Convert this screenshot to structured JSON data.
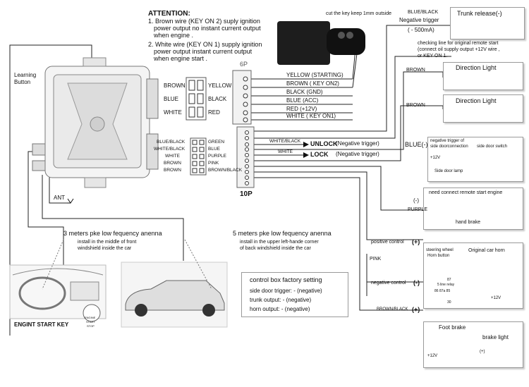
{
  "attention": {
    "title": "ATTENTION:",
    "note1": [
      "1. Brown wire (KEY ON 2) suply ignition",
      "power output no instant current output",
      "when engine ."
    ],
    "note2": [
      "2. White wire (KEY ON 1) supply ignition",
      "power output instant current output",
      "when engine start ."
    ]
  },
  "key_note": "cut the key keep 1mm outside",
  "learning_button": [
    "Learning",
    "Button"
  ],
  "connector_6p": {
    "label": "6P",
    "left": [
      "BROWN",
      "BLUE",
      "WHITE"
    ],
    "right": [
      "YELLOW",
      "BLACK",
      "RED"
    ],
    "wires": [
      "YELLOW (STARTING)",
      "BROWN ( KEY ON2)",
      "BLACK (GND)",
      "BLUE (ACC)",
      "RED (+12V)",
      "WHITE ( KEY ON1)"
    ]
  },
  "connector_10p": {
    "label": "10P",
    "left": [
      "BLUE/BLACK",
      "WHITE/BLACK",
      "WHITE",
      "BROWN",
      "BROWN"
    ],
    "right": [
      "GREEN",
      "BLUE",
      "PURPLE",
      "PINK",
      "BROWN/BLACK"
    ],
    "unlock_wire": "WHITE/BLACK",
    "unlock": "UNLOCK",
    "unlock_note": "(Negative trigger)",
    "lock_wire": "WHITE",
    "lock": "LOCK",
    "lock_note": "(Negative trigger)"
  },
  "ant": "ANT",
  "trunk": {
    "wire": "BLUE/BLACK",
    "note1": "Negative trigger",
    "note2": "( - 500mA)",
    "title": "Trunk release(-)"
  },
  "remote_note": [
    "checking line for original remote start",
    "(connect oil supply output +12V wire ,",
    "or KEY ON 1."
  ],
  "direction1": {
    "wire": "BROWN",
    "title": "Direction Light"
  },
  "direction2": {
    "wire": "BROWN",
    "title": "Direction Light"
  },
  "door": {
    "wire": "BLUE(-)",
    "title1": "negative trigger of",
    "title2": "side doorconnection",
    "title3": "side door switch",
    "v12": "+12V",
    "lamp": "Side door lamp"
  },
  "engine": {
    "minus": "(-)",
    "wire": "PURPLE",
    "title": "need connect remote start engine",
    "brake": "hand brake"
  },
  "horn": {
    "positive": "positive control",
    "positive_sign": "(+)",
    "pink": "PINK",
    "negative": "negative control",
    "negative_sign": "(-)",
    "wheel1": "steering wheel",
    "wheel2": "Horn button",
    "car_horn": "Original car horn",
    "relay": "5 line relay",
    "pins_top": "87",
    "pins_mid": "86  87a  85",
    "pin30": "30",
    "v12": "+12V"
  },
  "brakelight": {
    "wire": "BROWN/BLACK",
    "sign": "(+)",
    "foot": "Foot brake",
    "title": "brake light",
    "v12": "+12V",
    "plus": "(+)"
  },
  "antenna3": {
    "title": "3 meters pke low fequency anenna",
    "line1": "install in the  middle of front",
    "line2": "windshield inside the car"
  },
  "antenna5": {
    "title": "5 meters pke low fequency anenna",
    "line1": "install in the  upper left-hande corner",
    "line2": "of back windshield inside the car"
  },
  "start_key": {
    "label": "ENGINT START KEY",
    "button": [
      "ENGINE",
      "START",
      "STOP"
    ]
  },
  "factory": {
    "title": "control box factory setting",
    "line1": "side door trigger: - (negative)",
    "line2": "trunk output: - (negative)",
    "line3": "horn output: - (negative)"
  }
}
